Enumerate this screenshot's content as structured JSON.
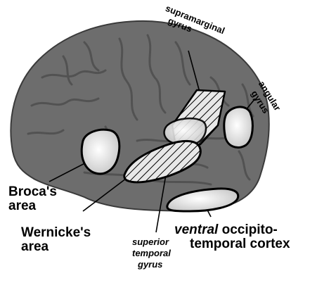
{
  "labels": {
    "supramarginal_line1": "supramarginal",
    "supramarginal_line2": "gyrus",
    "angular_line1": "angular",
    "angular_line2": "gyrus",
    "broca_line1": "Broca's",
    "broca_line2": "area",
    "wernicke_line1": "Wernicke's",
    "wernicke_line2": "area",
    "superior_line1": "superior",
    "superior_line2": "temporal",
    "superior_line3": "gyrus",
    "ventral_word": "ventral",
    "ventral_rest1": " occipito-",
    "ventral_line2": "temporal cortex"
  },
  "colors": {
    "brain": "#6d6d6d",
    "region_fill": "#d9d9d9",
    "outline": "#000000"
  }
}
